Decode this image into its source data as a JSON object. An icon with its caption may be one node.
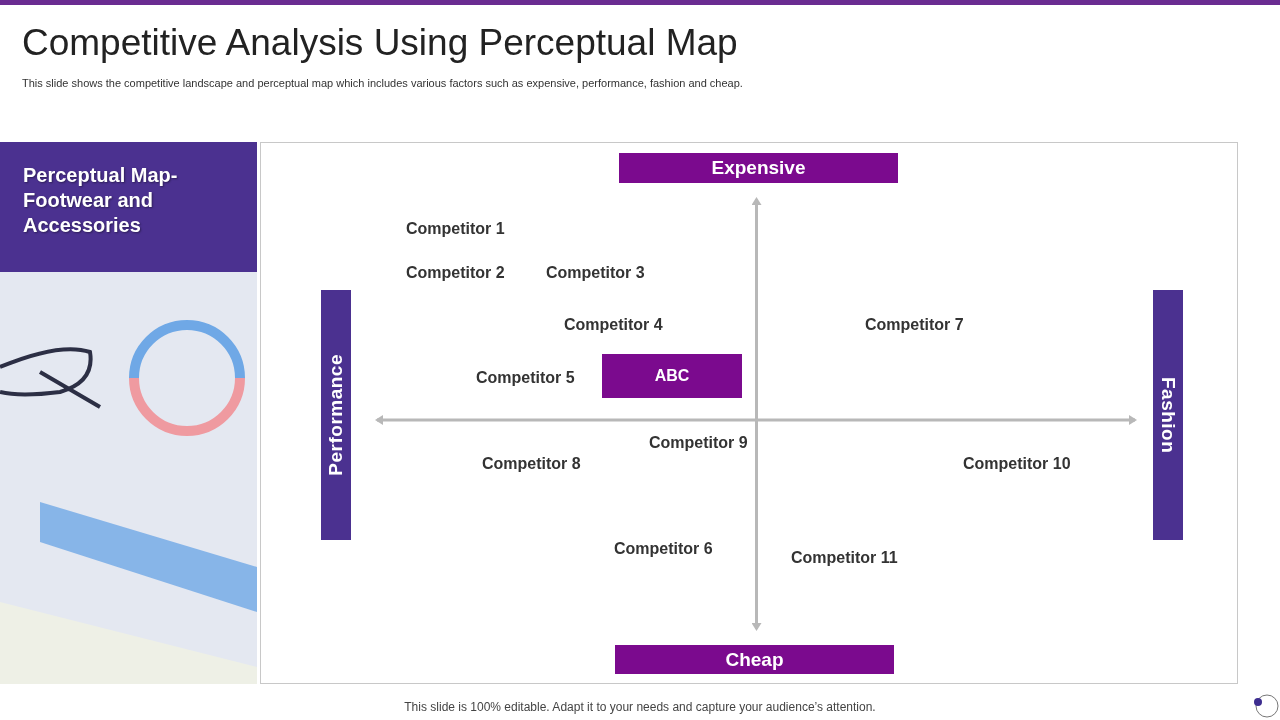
{
  "diagram": {
    "title": "Competitive Analysis Using Perceptual Map",
    "nodes": [
      {
        "text": [
          "Perceptual Map- Footwear and Accessories"
        ]
      },
      {
        "text": [
          "Expensive"
        ]
      },
      {
        "text": [
          "Performance"
        ]
      },
      {
        "text": [
          "Fashion"
        ]
      },
      {
        "text": [
          "ABC"
        ]
      },
      {
        "text": [
          "Cheap"
        ]
      }
    ],
    "edges": [
      {
        "from": 1,
        "to": 5,
        "arrow": "both"
      },
      {
        "from": 2,
        "to": 3,
        "arrow": "both"
      }
    ],
    "labels": [
      "This slide shows the competitive landscape and perceptual map which includes various factors such as expensive, performance, fashion and cheap.",
      "Competitor 1",
      "Competitor 2",
      "Competitor 3",
      "Competitor 4",
      "Competitor 7",
      "Competitor 5",
      "Competitor 9",
      "Competitor 8",
      "Competitor 10",
      "Competitor 6",
      "Competitor 11",
      "This slide is 100% editable. Adapt it to your needs and capture your audience’s attention."
    ]
  }
}
